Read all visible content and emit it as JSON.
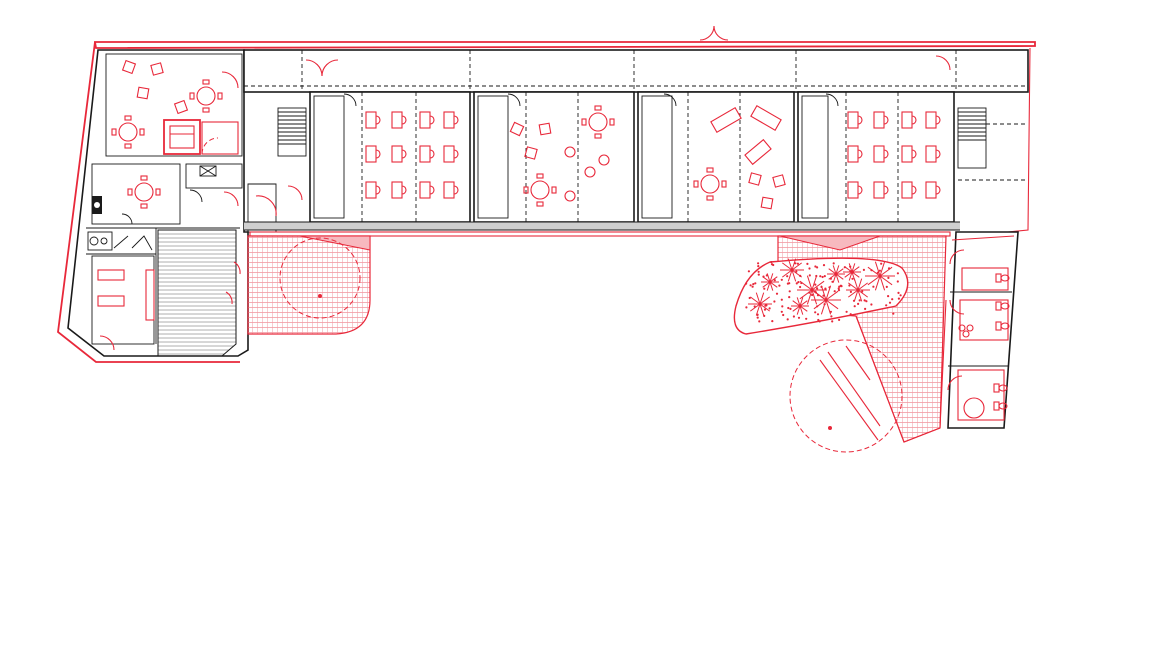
{
  "colors": {
    "accent": "#e8283a",
    "wall": "#1a1a1a",
    "background": "#ffffff"
  },
  "elements": {
    "classrooms": 4,
    "staircases": 2,
    "terraces": 2,
    "planters": 1
  }
}
